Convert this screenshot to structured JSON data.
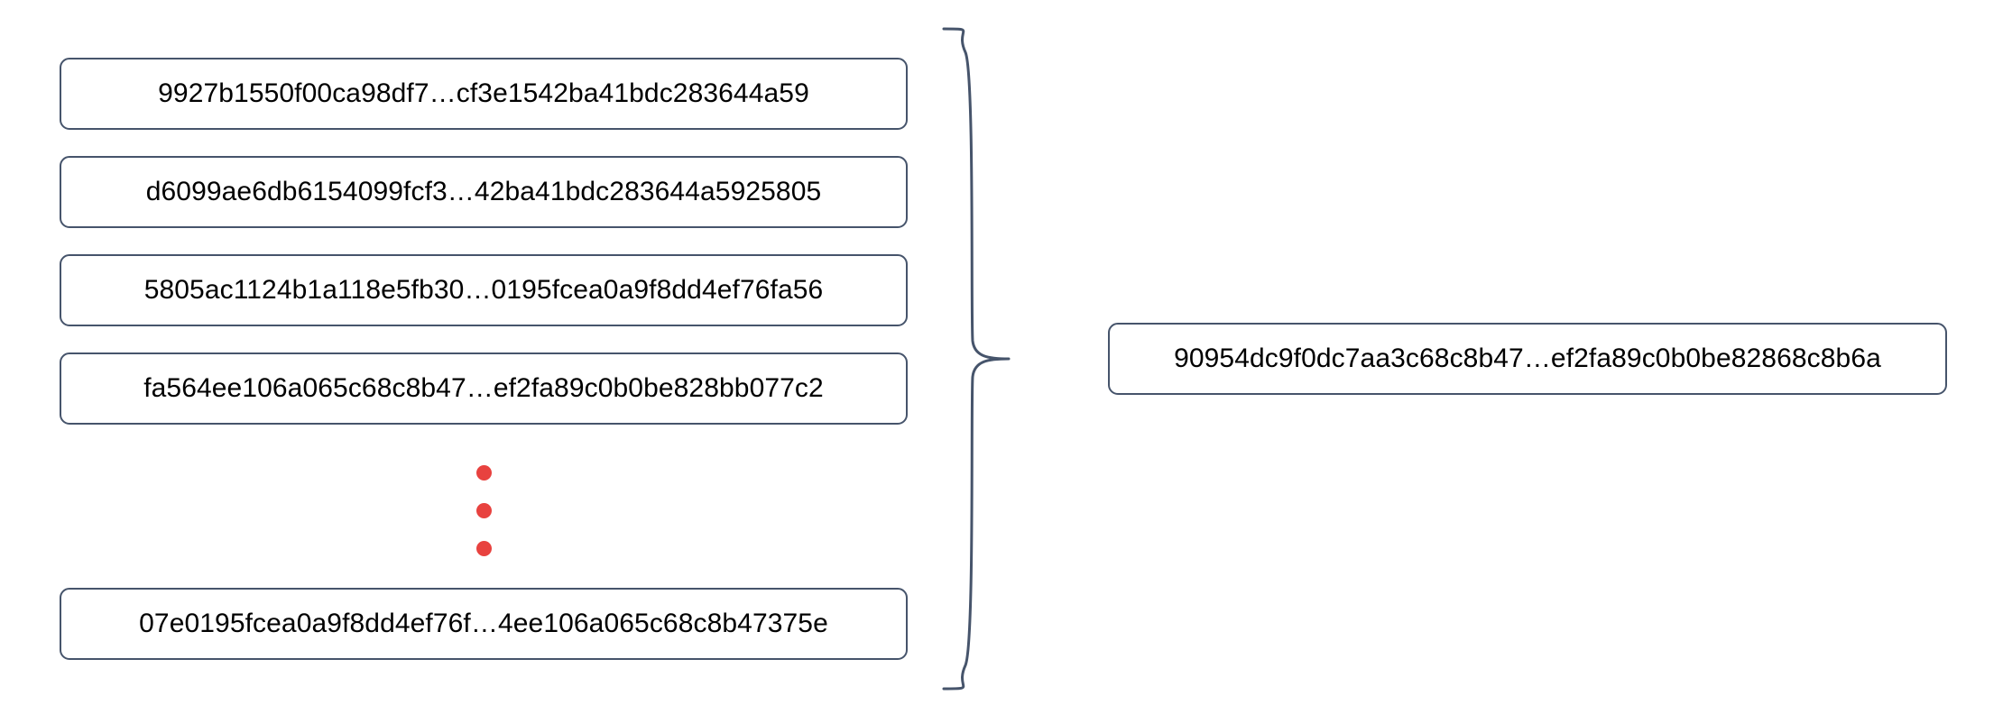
{
  "diagram": {
    "type": "hash-aggregation",
    "colors": {
      "box_border": "#46546b",
      "box_fill": "#ffffff",
      "text": "#000000",
      "ellipsis_dot": "#e8423f",
      "brace_stroke": "#46546b",
      "background": "#ffffff"
    },
    "inputs": [
      {
        "hash": "9927b1550f00ca98df7…cf3e1542ba41bdc283644a59"
      },
      {
        "hash": "d6099ae6db6154099fcf3…42ba41bdc283644a5925805"
      },
      {
        "hash": "5805ac1124b1a118e5fb30…0195fcea0a9f8dd4ef76fa56"
      },
      {
        "hash": "fa564ee106a065c68c8b47…ef2fa89c0b0be828bb077c2"
      },
      {
        "hash": "07e0195fcea0a9f8dd4ef76f…4ee106a065c68c8b47375e"
      }
    ],
    "ellipsis": {
      "name": "vertical-ellipsis",
      "dot_count": 3
    },
    "brace": {
      "name": "curly-brace",
      "orientation": "left-to-right"
    },
    "output": {
      "hash": "90954dc9f0dc7aa3c68c8b47…ef2fa89c0b0be82868c8b6a"
    }
  }
}
